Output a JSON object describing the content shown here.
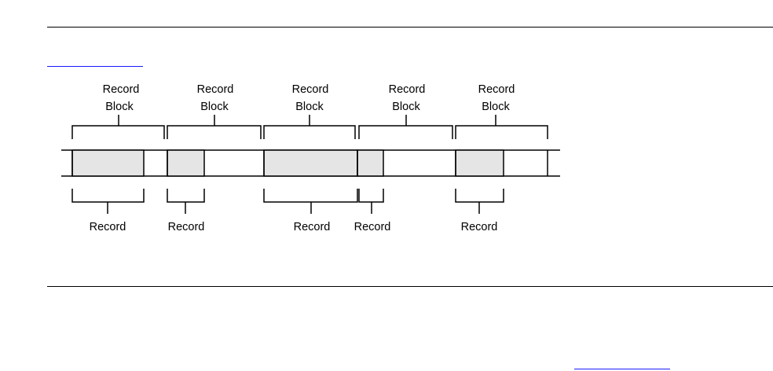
{
  "links": [
    {
      "name": "top-link",
      "text": ""
    },
    {
      "name": "bottom-link",
      "text": ""
    }
  ],
  "figure": {
    "block_label_line1": "Record",
    "block_label_line2": "Block",
    "record_label": "Record",
    "record_fill": "#e5e5e5",
    "line_color": "#000000",
    "record_blocks": [
      {
        "label_line1": "Record",
        "label_line2": "Block"
      },
      {
        "label_line1": "Record",
        "label_line2": "Block"
      },
      {
        "label_line1": "Record",
        "label_line2": "Block"
      },
      {
        "label_line1": "Record",
        "label_line2": "Block"
      },
      {
        "label_line1": "Record",
        "label_line2": "Block"
      }
    ],
    "records": [
      {
        "label": "Record"
      },
      {
        "label": "Record"
      },
      {
        "label": "Record"
      },
      {
        "label": "Record"
      },
      {
        "label": "Record"
      }
    ]
  }
}
